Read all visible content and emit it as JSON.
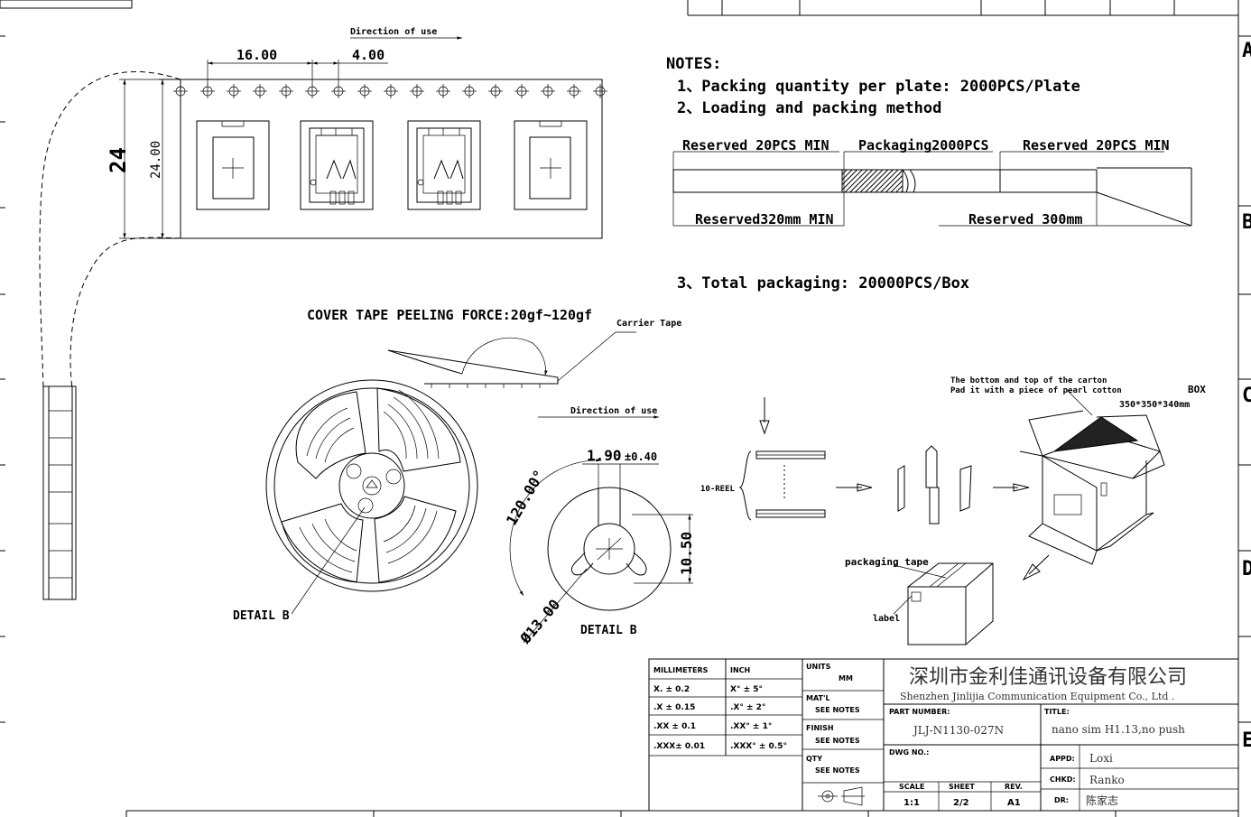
{
  "drawing": {
    "direction_top": "Direction of use",
    "direction_reel": "Direction of use",
    "dim_pitch": "16.00",
    "dim_hole": "4.00",
    "dim_width_large": "24",
    "dim_width_small": "24.00",
    "cover_tape_force": "COVER TAPE PEELING FORCE:20gf~120gf",
    "carrier_tape": "Carrier Tape",
    "detail_b_left": "DETAIL B",
    "detail_b_right": "DETAIL B",
    "dim_slot": "1.90",
    "dim_slot_tol": "±0.40",
    "dim_angle": "120.00°",
    "dim_height": "10.50",
    "dim_diameter": "Ø13.00",
    "ten_reel": "10-REEL",
    "carton_note_1": "The bottom and top of the carton",
    "carton_note_2": "Pad it with a piece of pearl cotton",
    "box_label": "BOX",
    "box_size": "350*350*340mm",
    "packaging_tape": "packaging tape",
    "label": "label"
  },
  "notes": {
    "title": "NOTES:",
    "line1": "1、Packing quantity per plate: 2000PCS/Plate",
    "line2": "2、Loading and packing method",
    "line3": "3、Total packaging: 20000PCS/Box",
    "reserved_left": "Reserved 20PCS MIN",
    "packaging": "Packaging2000PCS",
    "reserved_right": "Reserved 20PCS MIN",
    "reserved_320": "Reserved320mm MIN",
    "reserved_300": "Reserved 300mm"
  },
  "zones": {
    "A": "A",
    "B": "B",
    "C": "C",
    "D": "D",
    "E": "E"
  },
  "title_block": {
    "tol_mm_header": "MILLIMETERS",
    "tol_inch_header": "INCH",
    "tol_mm": [
      "X. ± 0.2",
      ".X ± 0.15",
      ".XX ± 0.1",
      ".XXX± 0.01"
    ],
    "tol_inch": [
      "X° ± 5°",
      ".X° ± 2°",
      ".XX° ± 1°",
      ".XXX° ± 0.5°"
    ],
    "units_label": "UNITS",
    "units_value": "MM",
    "matl_label": "MAT'L",
    "matl_value": "SEE NOTES",
    "finish_label": "FINISH",
    "finish_value": "SEE NOTES",
    "qty_label": "QTY",
    "qty_value": "SEE NOTES",
    "company_cn": "深圳市金利佳通讯设备有限公司",
    "company_en": "Shenzhen Jinlijia Communication Equipment Co., Ltd .",
    "part_number_label": "PART NUMBER:",
    "part_number": "JLJ-N1130-027N",
    "title_label": "TITLE:",
    "title": "nano sim H1.13,no push",
    "dwg_no_label": "DWG NO.:",
    "appd_label": "APPD:",
    "appd": "Loxi",
    "chkd_label": "CHKD:",
    "chkd": "Ranko",
    "dr_label": "DR:",
    "dr": "陈家志",
    "scale_label": "SCALE",
    "scale": "1:1",
    "sheet_label": "SHEET",
    "sheet": "2/2",
    "rev_label": "REV.",
    "rev": "A1"
  }
}
